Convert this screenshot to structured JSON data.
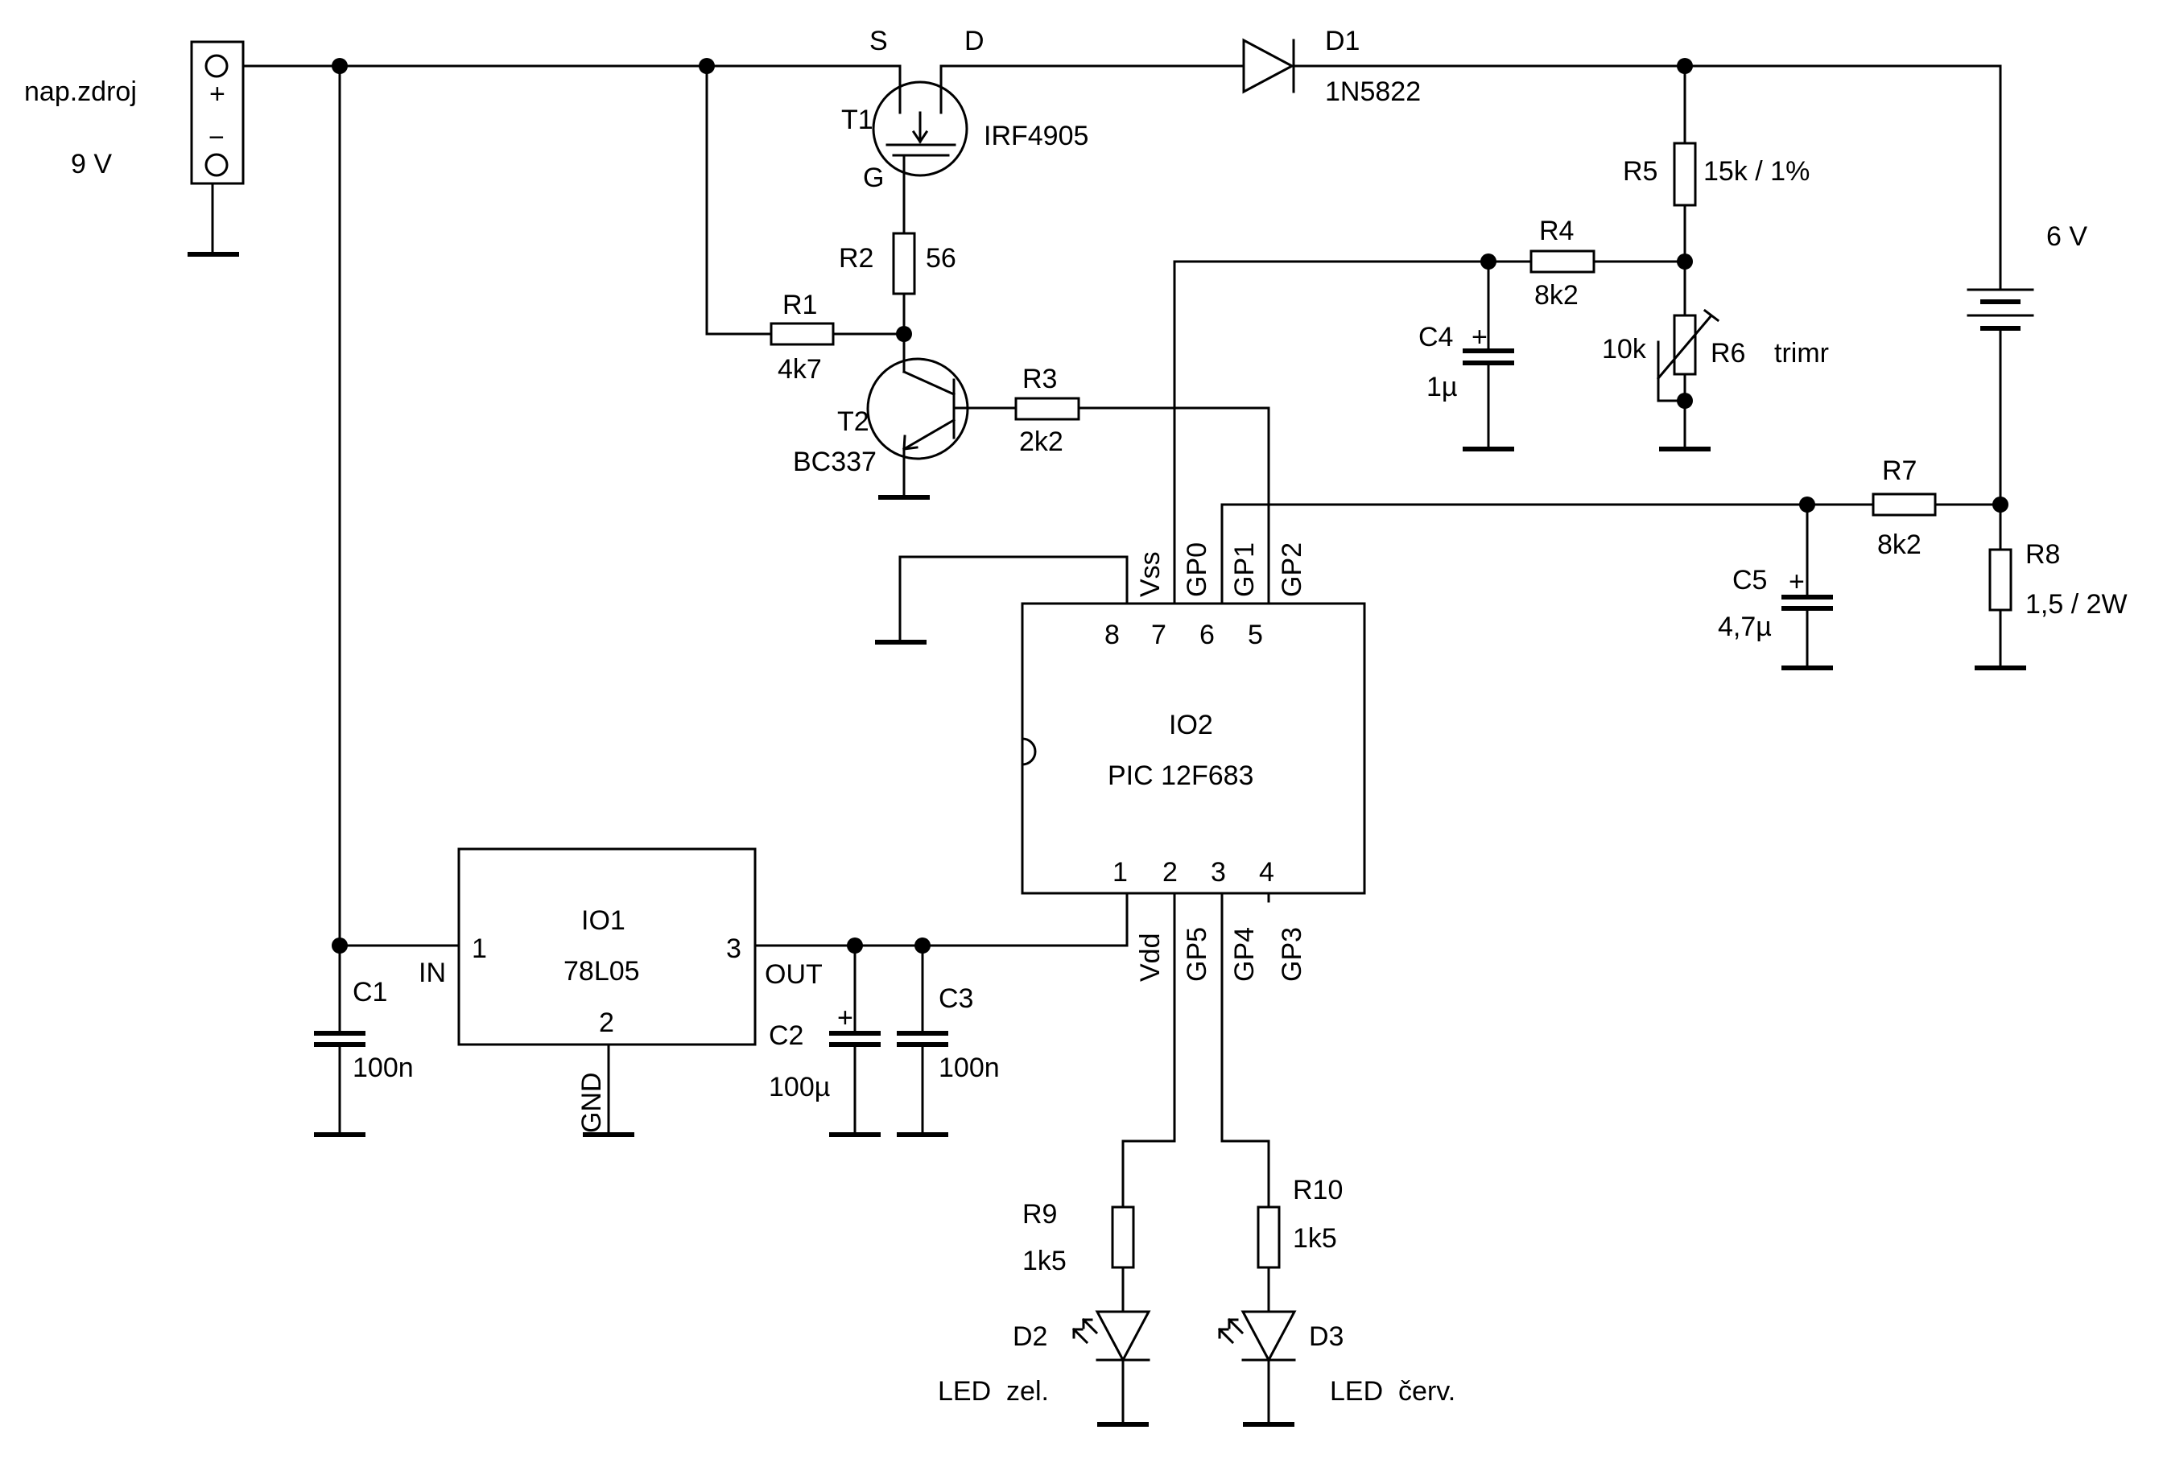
{
  "colors": {
    "ink": "#000000",
    "paper": "#ffffff"
  },
  "connector": {
    "name": "nap.zdroj",
    "voltage": "9 V",
    "plus": "+",
    "minus": "−"
  },
  "t1": {
    "ref": "T1",
    "part": "IRF4905",
    "s": "S",
    "d": "D",
    "g": "G"
  },
  "d1": {
    "ref": "D1",
    "part": "1N5822"
  },
  "r1": {
    "ref": "R1",
    "value": "4k7"
  },
  "r2": {
    "ref": "R2",
    "value": "56"
  },
  "r3": {
    "ref": "R3",
    "value": "2k2"
  },
  "t2": {
    "ref": "T2",
    "part": "BC337"
  },
  "r4": {
    "ref": "R4",
    "value": "8k2"
  },
  "r5": {
    "ref": "R5",
    "value": "15k / 1%"
  },
  "r6": {
    "ref": "R6",
    "value": "10k",
    "note": "trimr"
  },
  "c4": {
    "ref": "C4",
    "value": "1µ"
  },
  "battery": {
    "voltage": "6 V"
  },
  "r7": {
    "ref": "R7",
    "value": "8k2"
  },
  "r8": {
    "ref": "R8",
    "value": "1,5 / 2W"
  },
  "c5": {
    "ref": "C5",
    "value": "4,7µ"
  },
  "io2": {
    "ref": "IO2",
    "part": "PIC 12F683",
    "pins_top": [
      {
        "num": "8",
        "name": "Vss"
      },
      {
        "num": "7",
        "name": "GP0"
      },
      {
        "num": "6",
        "name": "GP1"
      },
      {
        "num": "5",
        "name": "GP2"
      }
    ],
    "pins_bottom": [
      {
        "num": "1",
        "name": "Vdd"
      },
      {
        "num": "2",
        "name": "GP5"
      },
      {
        "num": "3",
        "name": "GP4"
      },
      {
        "num": "4",
        "name": "GP3"
      }
    ]
  },
  "io1": {
    "ref": "IO1",
    "part": "78L05",
    "pin_in": "1",
    "label_in": "IN",
    "pin_out": "3",
    "label_out": "OUT",
    "pin_gnd": "2",
    "label_gnd": "GND"
  },
  "c1": {
    "ref": "C1",
    "value": "100n"
  },
  "c2": {
    "ref": "C2",
    "value": "100µ"
  },
  "c3": {
    "ref": "C3",
    "value": "100n"
  },
  "r9": {
    "ref": "R9",
    "value": "1k5"
  },
  "r10": {
    "ref": "R10",
    "value": "1k5"
  },
  "d2": {
    "ref": "D2",
    "label": "LED  zel."
  },
  "d3": {
    "ref": "D3",
    "label": "LED  červ."
  }
}
